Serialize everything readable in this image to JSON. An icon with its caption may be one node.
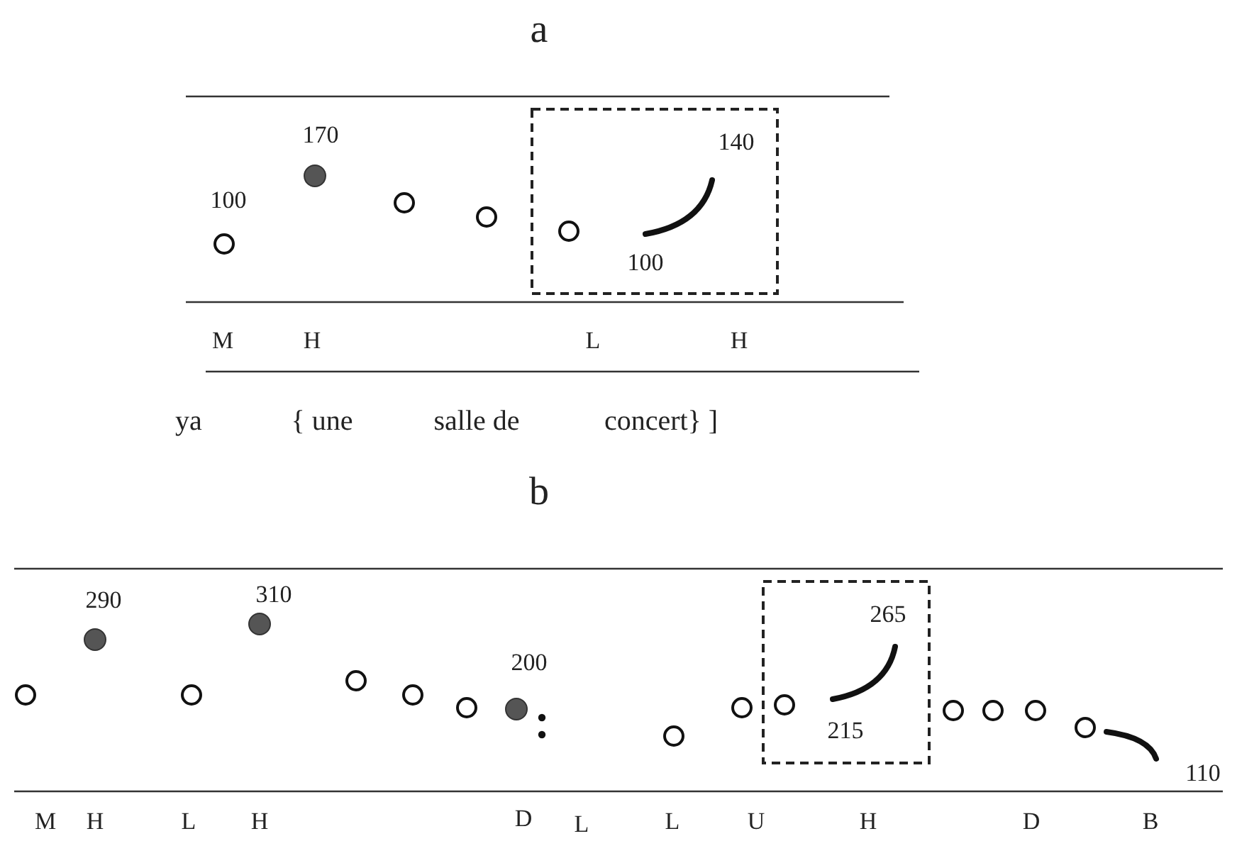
{
  "diagram": {
    "labels": [
      "a",
      "170",
      "140",
      "100",
      "100",
      "M",
      "H",
      "L",
      "H",
      "ya",
      "{ une",
      "salle de",
      "concert} ]",
      "b",
      "290",
      "310",
      "265",
      "200",
      "215",
      "110",
      "M",
      "H",
      "L",
      "H",
      "D",
      "L",
      "L",
      "U",
      "H",
      "D",
      "B"
    ]
  }
}
